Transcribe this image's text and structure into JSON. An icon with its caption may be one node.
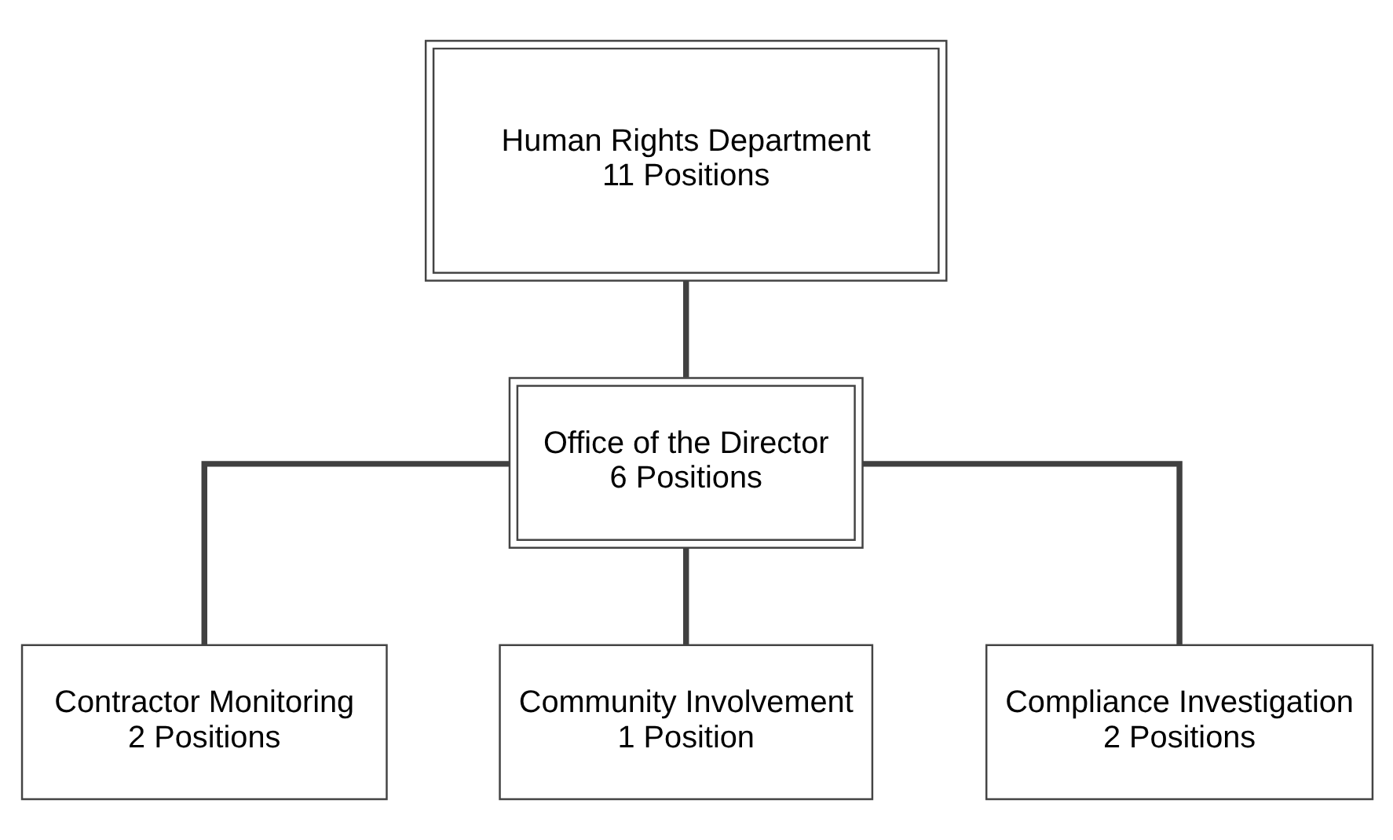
{
  "diagram": {
    "nodes": [
      {
        "text": [
          "Human Rights Department",
          "11 Positions"
        ]
      },
      {
        "text": [
          "Office of the Director",
          "6 Positions"
        ]
      },
      {
        "text": [
          "Contractor Monitoring",
          "2 Positions"
        ]
      },
      {
        "text": [
          "Community Involvement",
          "1 Position"
        ]
      },
      {
        "text": [
          "Compliance Investigation",
          "2 Positions"
        ]
      }
    ],
    "edges": [
      {
        "from": 0,
        "to": 1,
        "arrow": "none"
      },
      {
        "from": 1,
        "to": 2,
        "arrow": "none"
      },
      {
        "from": 1,
        "to": 3,
        "arrow": "none"
      },
      {
        "from": 1,
        "to": 4,
        "arrow": "none"
      }
    ]
  }
}
